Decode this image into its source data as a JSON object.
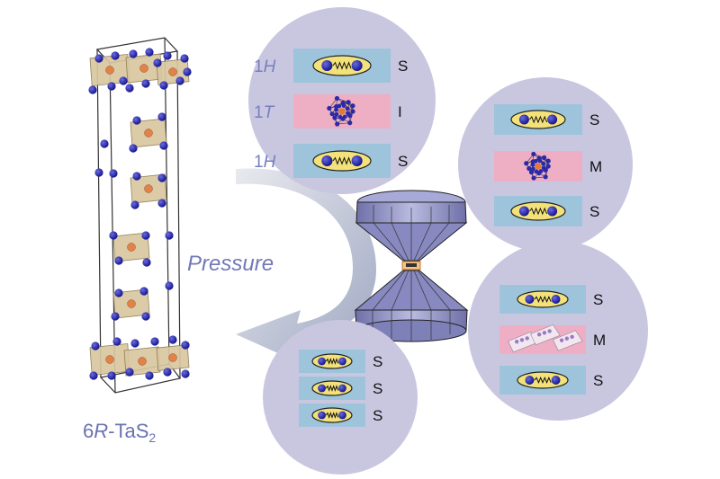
{
  "compound_label": {
    "pre": "6",
    "italic": "R",
    "mid": "-TaS",
    "sub": "2"
  },
  "pressure_label": "Pressure",
  "top_circle": {
    "layers": [
      {
        "phase_num": "1",
        "phase_letter": "H",
        "state": "S",
        "kind": "pair"
      },
      {
        "phase_num": "1",
        "phase_letter": "T",
        "state": "I",
        "kind": "cdw"
      },
      {
        "phase_num": "1",
        "phase_letter": "H",
        "state": "S",
        "kind": "pair"
      }
    ]
  },
  "right_upper_circle": {
    "layers": [
      {
        "state": "S",
        "kind": "pair"
      },
      {
        "state": "M",
        "kind": "cdw"
      },
      {
        "state": "S",
        "kind": "pair"
      }
    ]
  },
  "right_lower_circle": {
    "layers": [
      {
        "state": "S",
        "kind": "pair"
      },
      {
        "state": "M",
        "kind": "domains"
      },
      {
        "state": "S",
        "kind": "pair"
      }
    ]
  },
  "bottom_circle": {
    "layers": [
      {
        "state": "S",
        "kind": "pair"
      },
      {
        "state": "S",
        "kind": "pair"
      },
      {
        "state": "S",
        "kind": "pair"
      }
    ]
  },
  "colors": {
    "circle_fill": "#c9c7e0",
    "blue_layer": "#9ec4dc",
    "pink_layer": "#eeaec4",
    "ellipse_fill": "#f3e27a",
    "atom_blue": "#2a2aa8",
    "octa_fill": "#d8c7a0",
    "anvil_fill": "#8c8ec2"
  }
}
